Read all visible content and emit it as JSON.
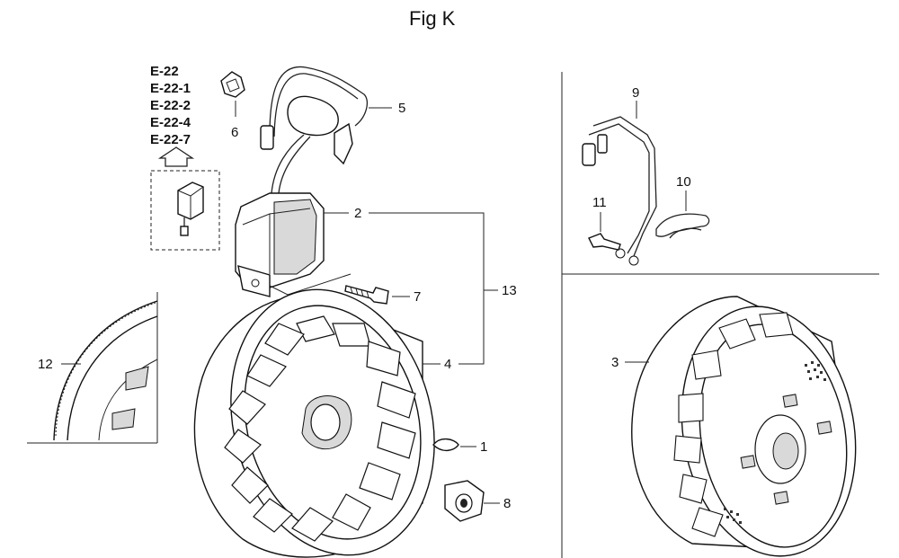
{
  "title": "Fig K",
  "references": [
    "E-22",
    "E-22-1",
    "E-22-2",
    "E-22-4",
    "E-22-7"
  ],
  "callouts": {
    "p1": "1",
    "p2": "2",
    "p3": "3",
    "p4": "4",
    "p5": "5",
    "p6": "6",
    "p7": "7",
    "p8": "8",
    "p9": "9",
    "p10": "10",
    "p11": "11",
    "p12": "12",
    "p13": "13"
  }
}
